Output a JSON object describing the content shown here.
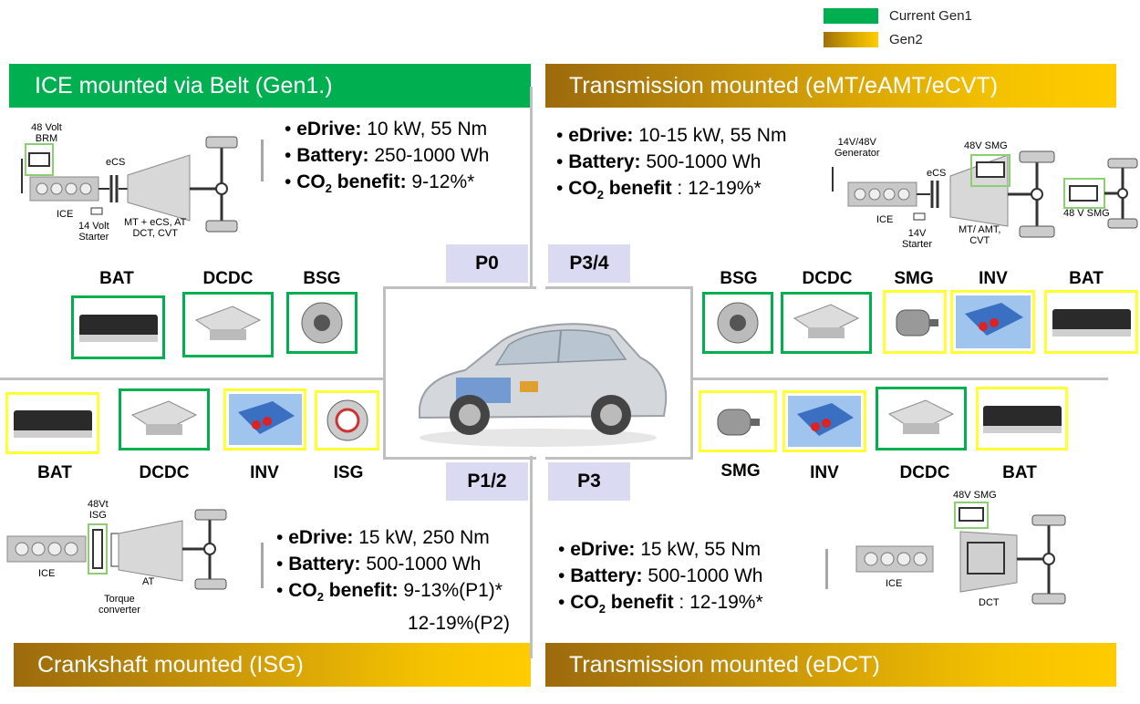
{
  "legend": {
    "gen1": "Current Gen1",
    "gen2": "Gen2",
    "colors": {
      "gen1": "#00b050",
      "gen2": "#ffcc00"
    }
  },
  "p0": {
    "title": "ICE mounted via Belt (Gen1.)",
    "label": "P0",
    "edrive_key": "eDrive:",
    "edrive_val": " 10 kW, 55 Nm",
    "battery_key": "Battery:",
    "battery_val": " 250-1000 Wh",
    "co2_key": "CO",
    "co2_sub": "2",
    "co2_key2": " benefit:",
    "co2_val": " 9-12%*",
    "diagram": {
      "brm": "48 Volt\nBRM",
      "ecs": "eCS",
      "ice": "ICE",
      "starter": "14 Volt\nStarter",
      "trans": "MT + eCS, AT\nDCT, CVT"
    },
    "components": [
      "BAT",
      "DCDC",
      "BSG"
    ]
  },
  "p34": {
    "title": "Transmission mounted  (eMT/eAMT/eCVT)",
    "label": "P3/4",
    "edrive_key": "eDrive:",
    "edrive_val": " 10-15 kW,  55 Nm",
    "battery_key": "Battery:",
    "battery_val": " 500-1000 Wh",
    "co2_key": "CO",
    "co2_sub": "2",
    "co2_key2": " benefit",
    "co2_val": " : 12-19%*",
    "diagram": {
      "gen": "14V/48V\nGenerator",
      "smg1": "48V SMG",
      "ecs": "eCS",
      "ice": "ICE",
      "starter": "14V\nStarter",
      "trans": "MT/ AMT,\nCVT",
      "smg2": "48 V SMG"
    },
    "components": [
      "BSG",
      "DCDC",
      "SMG",
      "INV",
      "BAT"
    ]
  },
  "p12": {
    "title": "Crankshaft mounted (ISG)",
    "label": "P1/2",
    "edrive_key": "eDrive:",
    "edrive_val": " 15 kW, 250 Nm",
    "battery_key": "Battery:",
    "battery_val": " 500-1000 Wh",
    "co2_key": "CO",
    "co2_sub": "2",
    "co2_key2": " benefit:",
    "co2_val": " 9-13%(P1)*",
    "co2_val2": "12-19%(P2)",
    "diagram": {
      "isg": "48Vt\nISG",
      "ice": "ICE",
      "at": "AT",
      "torque": "Torque\nconverter"
    },
    "components": [
      "BAT",
      "DCDC",
      "INV",
      "ISG"
    ]
  },
  "p3": {
    "title": "Transmission mounted (eDCT)",
    "label": "P3",
    "edrive_key": "eDrive:",
    "edrive_val": " 15 kW,  55 Nm",
    "battery_key": "Battery:",
    "battery_val": " 500-1000 Wh",
    "co2_key": "CO",
    "co2_sub": "2",
    "co2_key2": " benefit",
    "co2_val": " : 12-19%*",
    "diagram": {
      "smg": "48V SMG",
      "ice": "ICE",
      "dct": "DCT"
    },
    "components": [
      "SMG",
      "INV",
      "DCDC",
      "BAT"
    ]
  }
}
